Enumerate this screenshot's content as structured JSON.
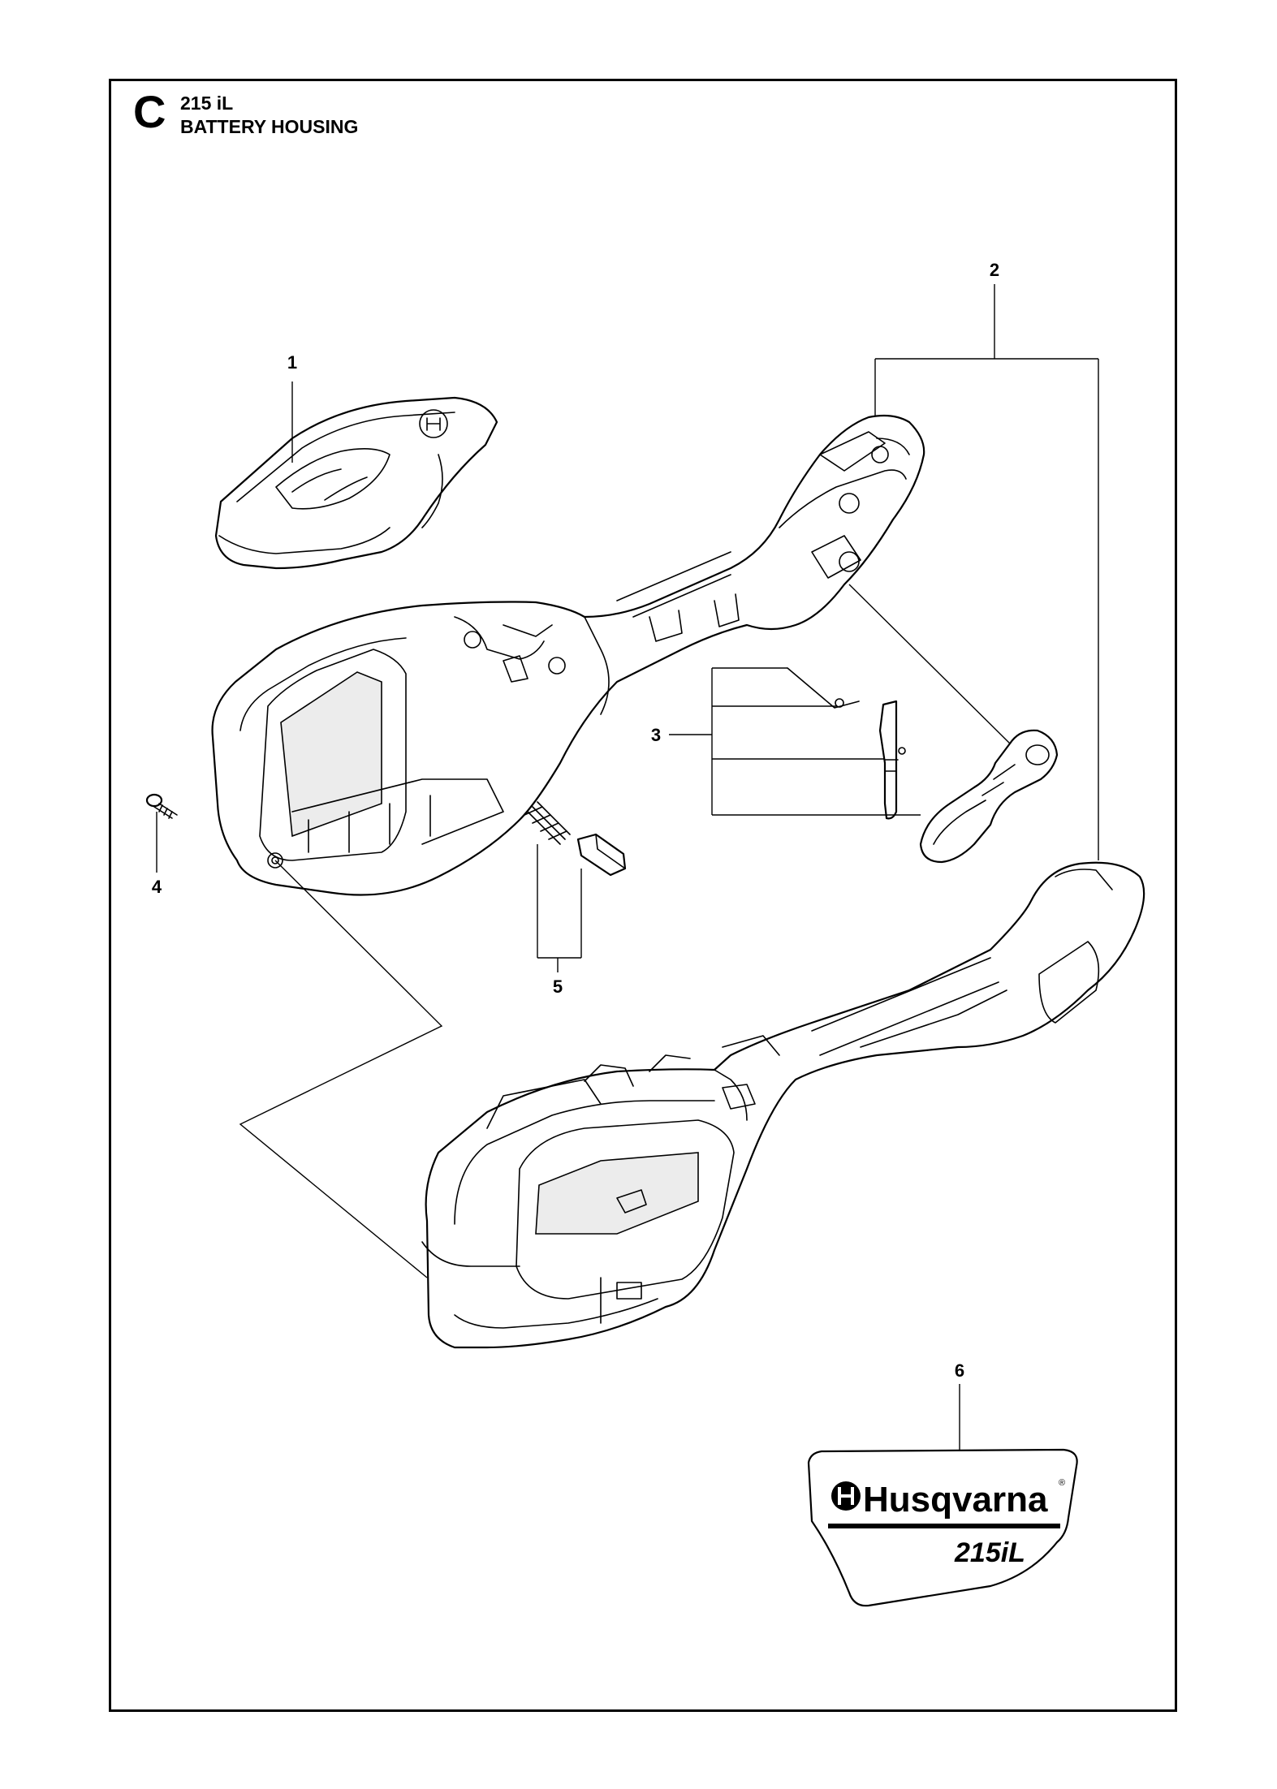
{
  "header": {
    "section_letter": "C",
    "model": "215 iL",
    "title": "BATTERY HOUSING"
  },
  "callouts": [
    {
      "id": "1",
      "label": "1"
    },
    {
      "id": "2",
      "label": "2"
    },
    {
      "id": "3",
      "label": "3"
    },
    {
      "id": "4",
      "label": "4"
    },
    {
      "id": "5",
      "label": "5"
    },
    {
      "id": "6",
      "label": "6"
    }
  ],
  "decal": {
    "brand": "Husqvarna",
    "registered_mark": "®",
    "model": "215iL"
  }
}
